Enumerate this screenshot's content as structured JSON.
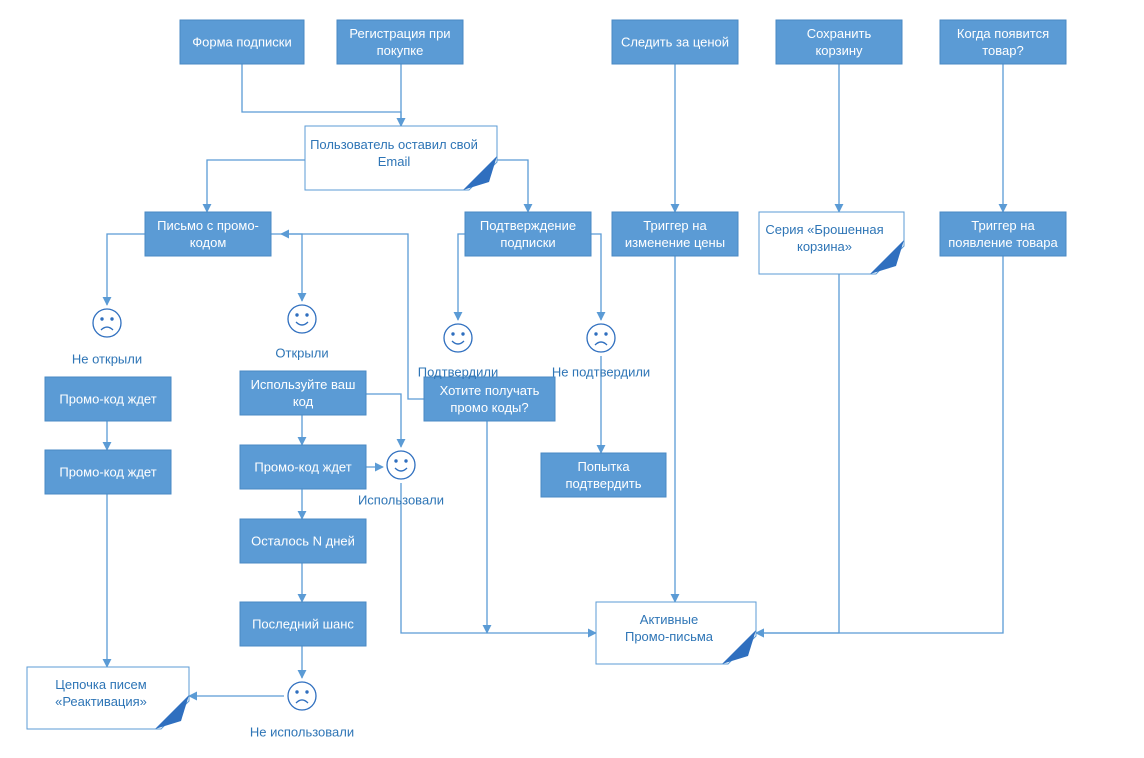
{
  "nodes": {
    "form": [
      "Форма подписки"
    ],
    "reg": [
      "Регистрация при",
      "покупке"
    ],
    "track": [
      "Следить за ценой"
    ],
    "save": [
      "Сохранить",
      "корзину"
    ],
    "when": [
      "Когда появится",
      "товар?"
    ],
    "email": [
      "Пользователь оставил свой",
      "Email"
    ],
    "promo_letter": [
      "Письмо с промо-",
      "кодом"
    ],
    "confirm": [
      "Подтверждение",
      "подписки"
    ],
    "price_trigger": [
      "Триггер на",
      "изменение цены"
    ],
    "abandoned": [
      "Серия «Брошенная",
      "корзина»"
    ],
    "appear_trigger": [
      "Триггер на",
      "появление товара"
    ],
    "promo_wait1": [
      "Промо-код ждет"
    ],
    "promo_wait2": [
      "Промо-код ждет"
    ],
    "use_code": [
      "Используйте ваш",
      "код"
    ],
    "want_codes": [
      "Хотите получать",
      "промо коды?"
    ],
    "promo_wait3": [
      "Промо-код ждет"
    ],
    "n_days": [
      "Осталось N дней"
    ],
    "last_chance": [
      "Последний шанс"
    ],
    "try_confirm": [
      "Попытка",
      "подтвердить"
    ],
    "active": [
      "Активные",
      "Промо-письма"
    ],
    "reactivation": [
      "Цепочка писем",
      "«Реактивация»"
    ]
  },
  "outcomes": {
    "not_opened": {
      "label": "Не открыли",
      "mood": "sad"
    },
    "opened": {
      "label": "Открыли",
      "mood": "happy"
    },
    "confirmed": {
      "label": "Подтвердили",
      "mood": "happy"
    },
    "not_confirmed": {
      "label": "Не подтвердили",
      "mood": "sad"
    },
    "used": {
      "label": "Использовали",
      "mood": "happy"
    },
    "not_used": {
      "label": "Не использовали",
      "mood": "sad"
    }
  },
  "colors": {
    "box_fill": "#5b9bd5",
    "connector": "#5b9bd5",
    "note_text": "#2e75b6",
    "fold": "#2f6fbf"
  }
}
